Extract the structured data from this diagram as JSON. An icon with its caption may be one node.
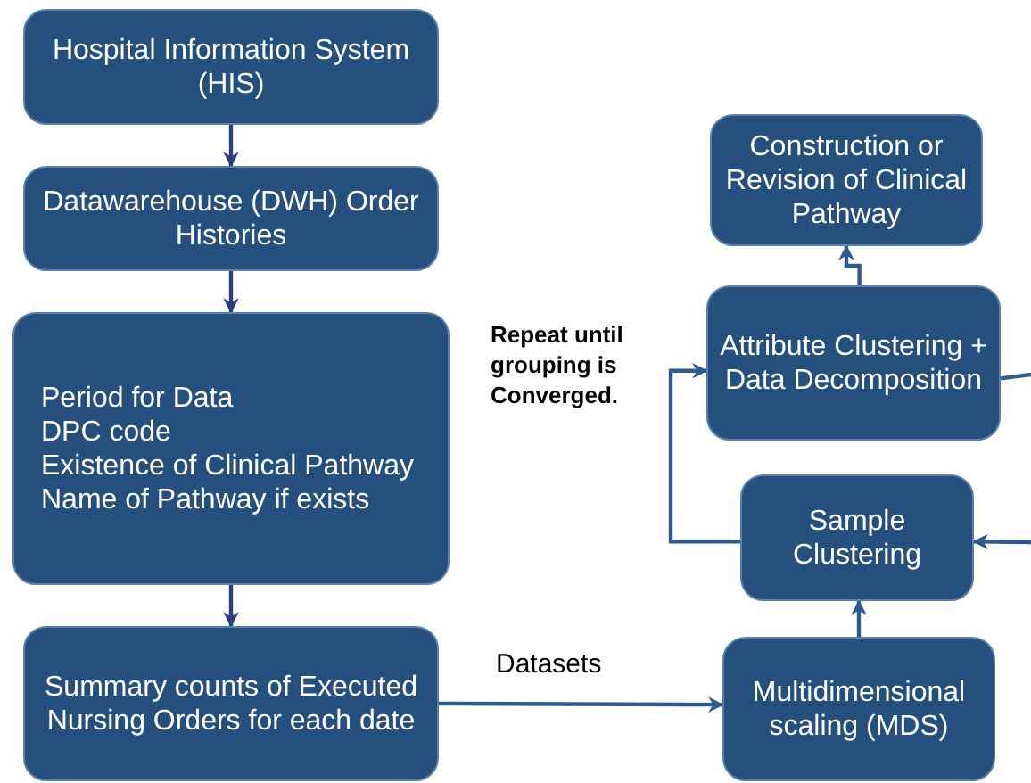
{
  "diagram": {
    "nodes": [
      {
        "text": [
          "Hospital Information System (HIS)"
        ]
      },
      {
        "text": [
          "Datawarehouse (DWH) Order Histories"
        ]
      },
      {
        "text": [
          "Period for Data",
          "DPC code",
          "Existence of Clinical Pathway",
          "Name of Pathway if exists"
        ]
      },
      {
        "text": [
          "Summary counts of Executed Nursing Orders for each date"
        ]
      },
      {
        "text": [
          "Construction or Revision of Clinical Pathway"
        ]
      },
      {
        "text": [
          "Attribute Clustering + Data Decomposition"
        ]
      },
      {
        "text": [
          "Sample Clustering"
        ]
      },
      {
        "text": [
          "Multidimensional scaling (MDS)"
        ]
      }
    ],
    "edges": [
      {
        "from": 0,
        "to": 1,
        "arrow": "to"
      },
      {
        "from": 1,
        "to": 2,
        "arrow": "to"
      },
      {
        "from": 2,
        "to": 3,
        "arrow": "to"
      },
      {
        "from": 3,
        "to": 7,
        "arrow": "to",
        "label": "Datasets"
      },
      {
        "from": 7,
        "to": 6,
        "arrow": "to"
      },
      {
        "from": 6,
        "to": 5,
        "arrow": "to"
      },
      {
        "from": 5,
        "to": 4,
        "arrow": "to"
      },
      {
        "from": 5,
        "to": null,
        "arrow": "none"
      },
      {
        "from": null,
        "to": 6,
        "arrow": "to"
      }
    ],
    "labels": [
      "Repeat until grouping is Converged."
    ]
  }
}
